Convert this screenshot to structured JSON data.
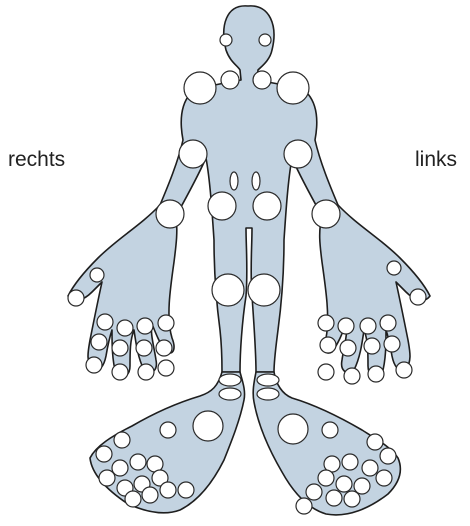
{
  "labels": {
    "right_side": "rechts",
    "left_side": "links"
  },
  "colors": {
    "body_fill": "#c3d3e1",
    "outline": "#1e1e1e",
    "joint_fill": "#ffffff",
    "joint_stroke": "#2a2a2a"
  },
  "joint_count": 78
}
